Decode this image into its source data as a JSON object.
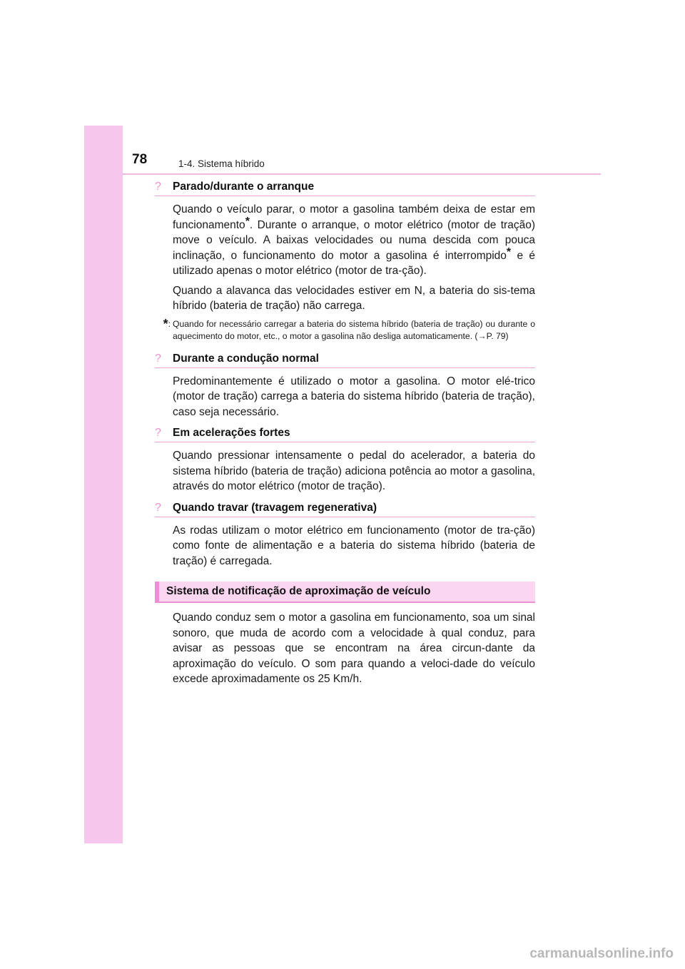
{
  "header": {
    "page_number": "78",
    "section_title": "1-4. Sistema híbrido"
  },
  "sections": [
    {
      "icon": "question-mark-icon",
      "title": "Parado/durante o arranque",
      "paragraphs": [
        {
          "a": "Quando o veículo parar, o motor a gasolina também deixa de estar em funcionamento",
          "ast1": "*",
          "b": ". Durante o arranque, o motor elétrico (motor de tração) move o veículo. A baixas velocidades ou numa descida com pouca inclinação, o funcionamento do motor a gasolina é interrompido",
          "ast2": "*",
          "c": " e é utilizado apenas o motor elétrico (motor de tra-ção)."
        },
        {
          "a": "Quando a alavanca das velocidades estiver em N, a bateria do sis-tema híbrido (bateria de tração) não carrega."
        }
      ],
      "footnote": {
        "mark": "*",
        "colon": ":",
        "text": "Quando for necessário carregar a bateria do sistema híbrido (bateria de tração) ou durante o aquecimento do motor, etc., o motor a gasolina não desliga automaticamente. (→P. 79)"
      }
    },
    {
      "icon": "question-mark-icon",
      "title": "Durante a condução normal",
      "paragraphs": [
        {
          "a": "Predominantemente é utilizado o motor a gasolina. O motor elé-trico (motor de tração) carrega a bateria do sistema híbrido (bateria de tração), caso seja necessário."
        }
      ]
    },
    {
      "icon": "question-mark-icon",
      "title": "Em acelerações fortes",
      "paragraphs": [
        {
          "a": "Quando pressionar intensamente o pedal do acelerador, a bateria do sistema híbrido (bateria de tração) adiciona potência ao motor a gasolina, através do motor elétrico (motor de tração)."
        }
      ]
    },
    {
      "icon": "question-mark-icon",
      "title": "Quando travar (travagem regenerativa)",
      "paragraphs": [
        {
          "a": "As rodas utilizam o motor elétrico em funcionamento (motor de tra-ção) como fonte de alimentação e a bateria do sistema híbrido (bateria de tração) é carregada."
        }
      ]
    }
  ],
  "notification": {
    "heading": "Sistema de notificação de aproximação de veículo",
    "paragraph": "Quando conduz sem o motor a gasolina em funcionamento, soa um sinal sonoro, que muda de acordo com a velocidade à qual conduz, para avisar as pessoas que se encontram na área circun-dante da aproximação do veículo. O som para quando a veloci-dade do veículo excede aproximadamente os 25 Km/h."
  },
  "watermark": "carmanualsonline.info",
  "colors": {
    "accent_pink": "#f7c6ec",
    "heading_bg": "#fbd6f1",
    "icon_pink": "#f090cd"
  }
}
